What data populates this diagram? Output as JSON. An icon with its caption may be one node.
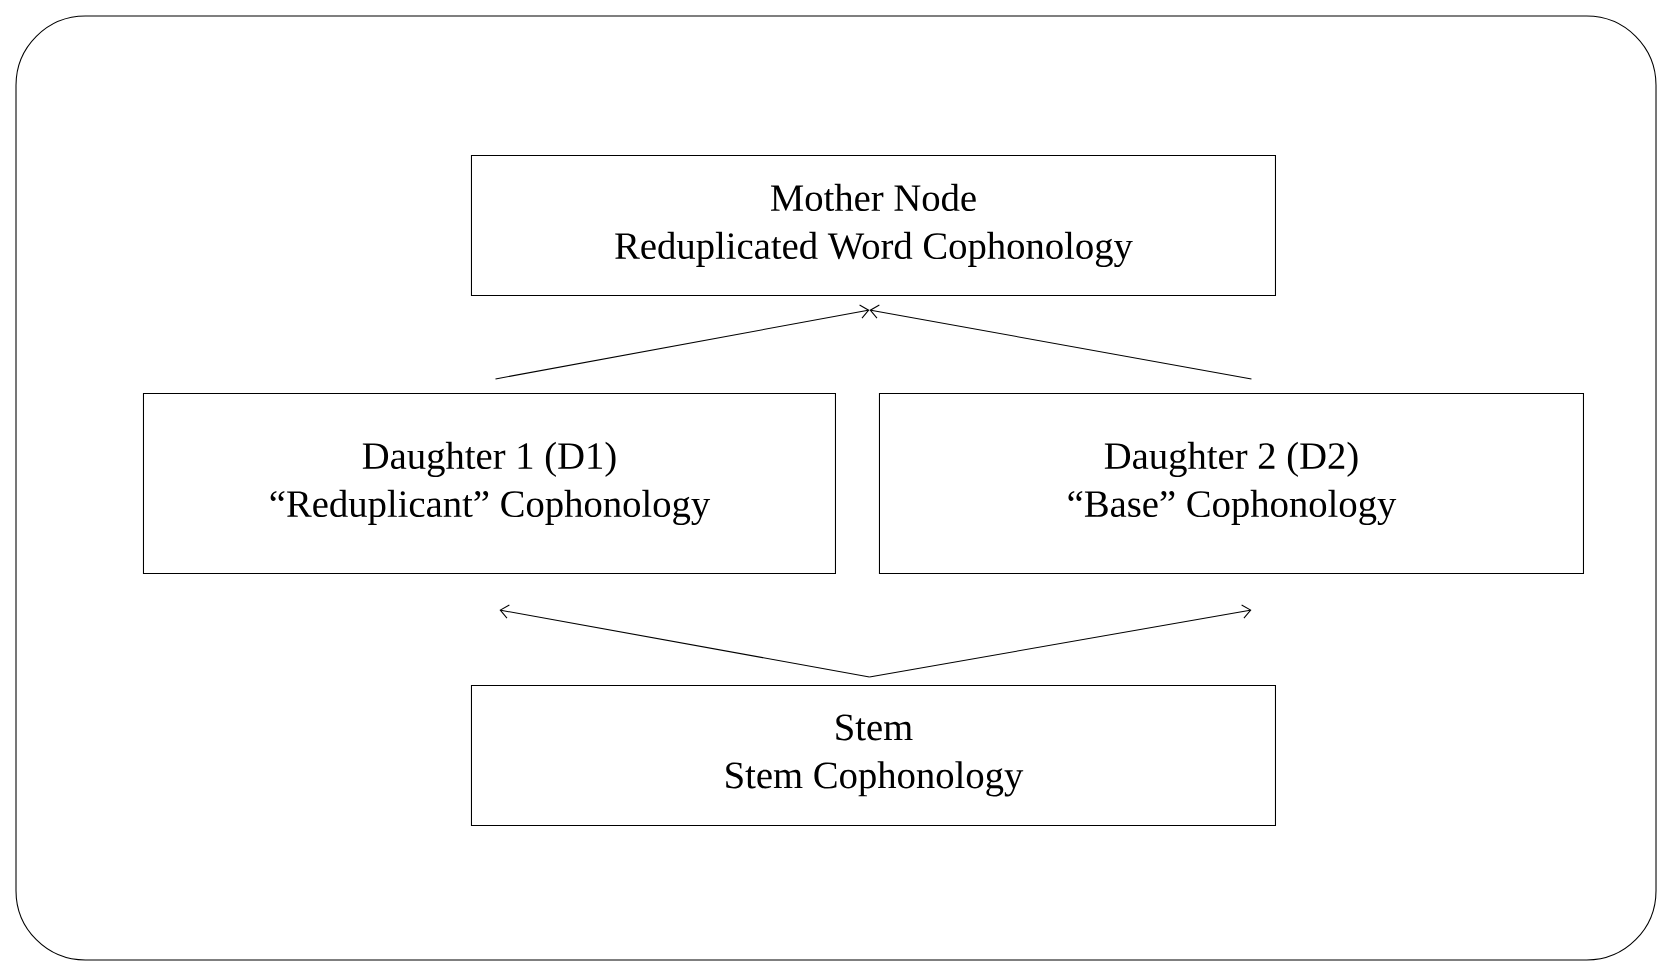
{
  "diagram": {
    "nodes": [
      {
        "text": [],
        "shape": "box"
      },
      {
        "text": [
          "Mother Node",
          "Reduplicated Word Cophonology"
        ],
        "in": 0
      },
      {
        "text": [
          "Daughter 1 (D1)",
          "“Reduplicant” Cophonology"
        ],
        "in": 0
      },
      {
        "text": [
          "Daughter 2 (D2)",
          "“Base” Cophonology"
        ],
        "in": 0
      },
      {
        "text": [
          "Stem",
          "Stem Cophonology"
        ],
        "in": 0
      }
    ],
    "edges": [
      {
        "from": 2,
        "to": 1,
        "arrow": "to"
      },
      {
        "from": 3,
        "to": 1,
        "arrow": "to"
      },
      {
        "from": 4,
        "to": 2,
        "arrow": "to"
      },
      {
        "from": 4,
        "to": 3,
        "arrow": "to"
      }
    ]
  }
}
